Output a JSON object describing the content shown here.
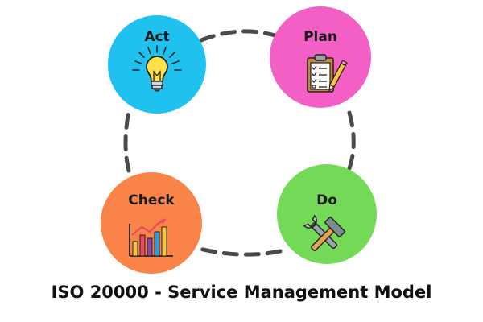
{
  "diagram": {
    "caption": "ISO 20000 - Service Management Model",
    "nodes": [
      {
        "key": "act",
        "label": "Act",
        "icon": "lightbulb-icon",
        "color": "#1fc2ef"
      },
      {
        "key": "plan",
        "label": "Plan",
        "icon": "clipboard-checklist-icon",
        "color": "#f45fc5"
      },
      {
        "key": "check",
        "label": "Check",
        "icon": "bar-chart-trend-icon",
        "color": "#fa8348"
      },
      {
        "key": "do",
        "label": "Do",
        "icon": "hammer-wrench-icon",
        "color": "#74d957"
      }
    ],
    "connector_color": "#4a4a4a"
  }
}
